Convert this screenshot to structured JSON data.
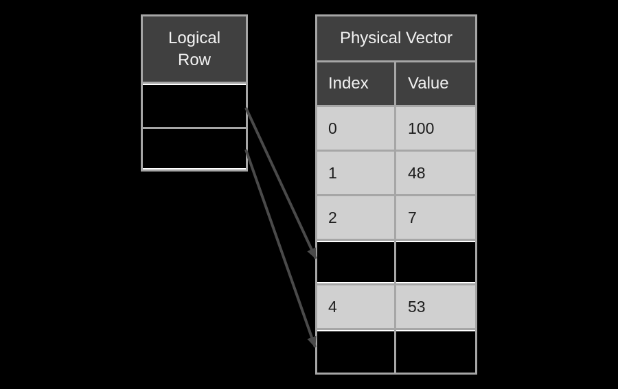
{
  "logical_table": {
    "title": "Logical Row",
    "rows": [
      "",
      ""
    ]
  },
  "physical_table": {
    "title": "Physical Vector",
    "columns": [
      "Index",
      "Value"
    ],
    "rows": [
      {
        "index": "0",
        "value": "100",
        "highlighted": false
      },
      {
        "index": "1",
        "value": "48",
        "highlighted": false
      },
      {
        "index": "2",
        "value": "7",
        "highlighted": false
      },
      {
        "index": "",
        "value": "",
        "highlighted": true
      },
      {
        "index": "4",
        "value": "53",
        "highlighted": false
      },
      {
        "index": "",
        "value": "",
        "highlighted": true
      }
    ]
  },
  "mappings": [
    {
      "from_logical_row": 1,
      "to_physical_index": 3
    },
    {
      "from_logical_row": 2,
      "to_physical_index": 5
    }
  ],
  "colors": {
    "background": "#000000",
    "header_bg": "#404040",
    "header_text": "#f2f2f2",
    "cell_bg": "#d0d0d0",
    "cell_text": "#1c1c1c",
    "border": "#a6a6a6",
    "highlight_edge": "#ffffff",
    "arrow": "#4a4a4a"
  }
}
